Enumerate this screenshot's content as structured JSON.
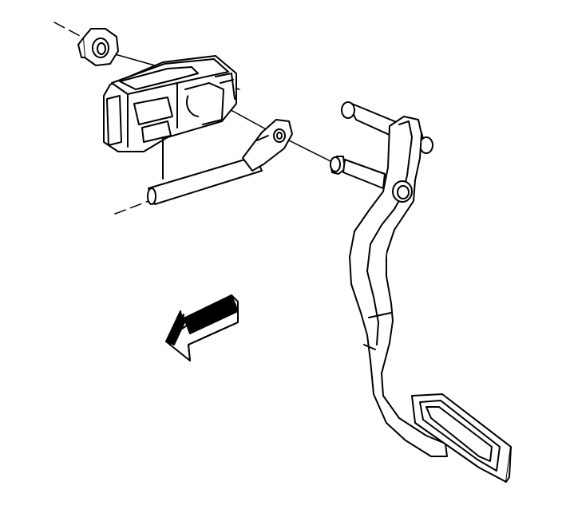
{
  "diagram": {
    "colors": {
      "background": "#ffffff",
      "line": "#000000",
      "fill": "#ffffff"
    },
    "parts": [
      {
        "id": "mounting-nut",
        "icon": "nut-icon"
      },
      {
        "id": "pedal-position-sensor",
        "icon": "sensor-icon"
      },
      {
        "id": "sensor-lever-arm",
        "icon": "lever-icon"
      },
      {
        "id": "pivot-pin",
        "icon": "pin-icon"
      },
      {
        "id": "accelerator-pedal-assembly",
        "icon": "pedal-icon"
      },
      {
        "id": "direction-arrow",
        "icon": "arrow-icon"
      }
    ]
  }
}
